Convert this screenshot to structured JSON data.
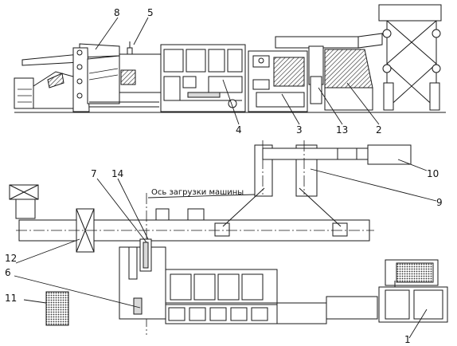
{
  "figure": {
    "labels": [
      {
        "id": "callout-1",
        "text": "1"
      },
      {
        "id": "callout-2",
        "text": "2"
      },
      {
        "id": "callout-3",
        "text": "3"
      },
      {
        "id": "callout-4",
        "text": "4"
      },
      {
        "id": "callout-5",
        "text": "5"
      },
      {
        "id": "callout-6",
        "text": "6"
      },
      {
        "id": "callout-7",
        "text": "7"
      },
      {
        "id": "callout-8",
        "text": "8"
      },
      {
        "id": "callout-9",
        "text": "9"
      },
      {
        "id": "callout-10",
        "text": "10"
      },
      {
        "id": "callout-11",
        "text": "11"
      },
      {
        "id": "callout-12",
        "text": "12"
      },
      {
        "id": "callout-13",
        "text": "13"
      },
      {
        "id": "callout-14",
        "text": "14"
      }
    ],
    "axis_caption": "Ось загрузки машины"
  }
}
